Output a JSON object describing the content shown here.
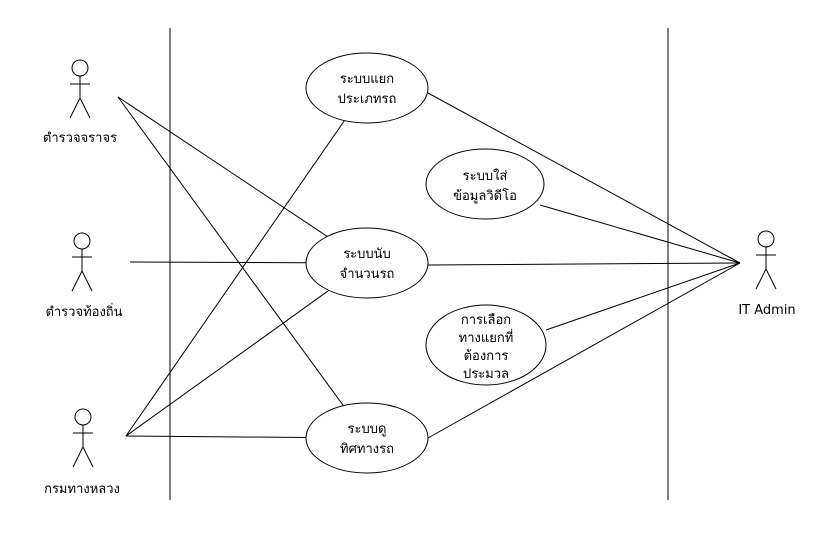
{
  "actors": [
    {
      "id": "traffic_police",
      "label": "ตำรวจจราจร"
    },
    {
      "id": "local_police",
      "label": "ตำรวจท้องถิ่น"
    },
    {
      "id": "highway_dept",
      "label": "กรมทางหลวง"
    },
    {
      "id": "it_admin",
      "label": "IT Admin"
    }
  ],
  "use_cases": [
    {
      "id": "classify",
      "lines": [
        "ระบบแยก",
        "ประเภทรถ"
      ]
    },
    {
      "id": "video_input",
      "lines": [
        "ระบบใส่",
        "ข้อมูลวิดีโอ"
      ]
    },
    {
      "id": "count",
      "lines": [
        "ระบบนับ",
        "จำนวนรถ"
      ]
    },
    {
      "id": "select_junction",
      "lines": [
        "การเลือก",
        "ทางแยกที่",
        "ต้องการ",
        "ประมวล"
      ]
    },
    {
      "id": "direction",
      "lines": [
        "ระบบดู",
        "ทิศทางรถ"
      ]
    }
  ],
  "associations": [
    [
      "traffic_police",
      "count"
    ],
    [
      "traffic_police",
      "direction"
    ],
    [
      "local_police",
      "count"
    ],
    [
      "highway_dept",
      "classify"
    ],
    [
      "highway_dept",
      "count"
    ],
    [
      "highway_dept",
      "direction"
    ],
    [
      "it_admin",
      "classify"
    ],
    [
      "it_admin",
      "video_input"
    ],
    [
      "it_admin",
      "count"
    ],
    [
      "it_admin",
      "select_junction"
    ],
    [
      "it_admin",
      "direction"
    ]
  ]
}
